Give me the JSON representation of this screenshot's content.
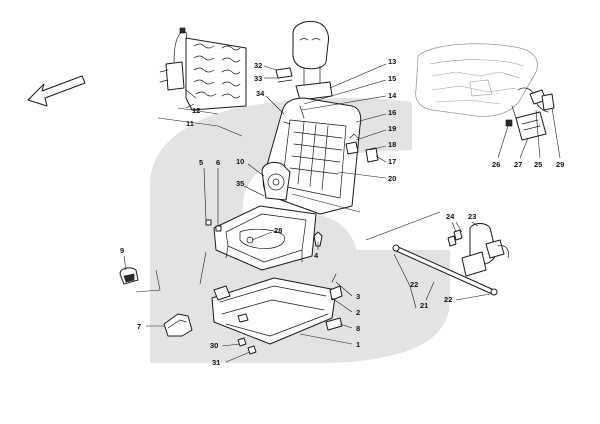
{
  "diagram": {
    "colors": {
      "background": "#ffffff",
      "watermark": "#e3e3e3",
      "line": "#1a1a1a",
      "label": "#111111"
    },
    "callouts": {
      "c1": "1",
      "c2": "2",
      "c3": "3",
      "c4": "4",
      "c5": "5",
      "c6": "6",
      "c7": "7",
      "c8": "8",
      "c9": "9",
      "c10": "10",
      "c11": "11",
      "c12": "12",
      "c13": "13",
      "c14": "14",
      "c15": "15",
      "c16": "16",
      "c17": "17",
      "c18": "18",
      "c19": "19",
      "c20": "20",
      "c21": "21",
      "c22a": "22",
      "c22b": "22",
      "c23": "23",
      "c24": "24",
      "c25": "25",
      "c26": "26",
      "c27": "27",
      "c28": "28",
      "c29": "29",
      "c30": "30",
      "c31": "31",
      "c32": "32",
      "c33": "33",
      "c34": "34",
      "c35": "35"
    }
  }
}
